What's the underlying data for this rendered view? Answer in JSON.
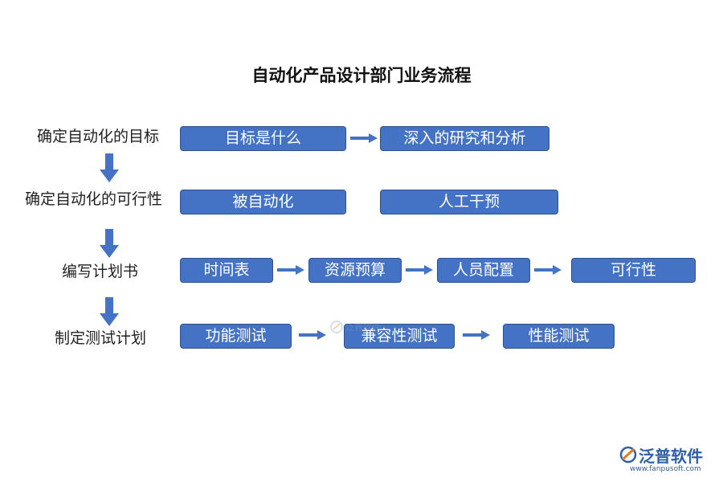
{
  "title": "自动化产品设计部门业务流程",
  "steps": [
    {
      "label": "确定自动化的目标",
      "boxes": [
        "目标是什么",
        "深入的研究和分析"
      ],
      "arrows_between": [
        true
      ]
    },
    {
      "label": "确定自动化的可行性",
      "boxes": [
        "被自动化",
        "人工干预"
      ],
      "arrows_between": [
        false
      ]
    },
    {
      "label": "编写计划书",
      "boxes": [
        "时间表",
        "资源预算",
        "人员配置",
        "可行性"
      ],
      "arrows_between": [
        true,
        true,
        true
      ]
    },
    {
      "label": "制定测试计划",
      "boxes": [
        "功能测试",
        "兼容性测试",
        "性能测试"
      ],
      "arrows_between": [
        true,
        true
      ]
    }
  ],
  "brand": {
    "name": "泛普软件",
    "url": "www.fanpusoft.com",
    "watermark": "泛普软件"
  },
  "colors": {
    "box_fill": "#4472c4",
    "box_border": "#2f528f",
    "arrow": "#4472c4"
  }
}
